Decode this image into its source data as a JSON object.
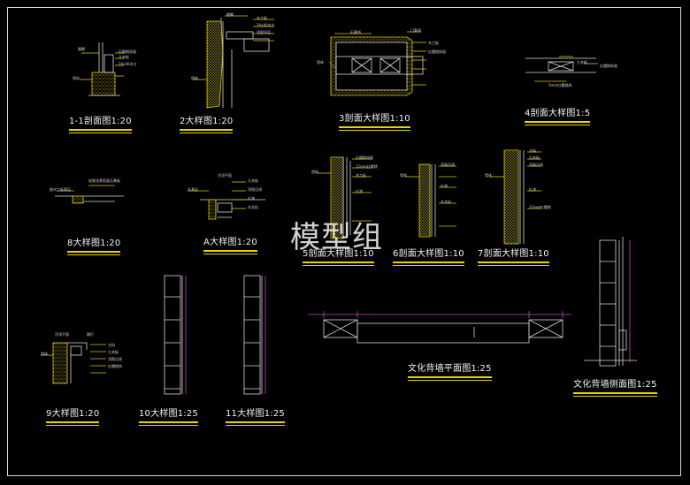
{
  "titles": {
    "t1": "1-1剖面图1:20",
    "t2": "2大样图1:20",
    "t3": "3剖面大样图1:10",
    "t4": "4剖面大样图1:5",
    "t5": "5剖面大样图1:10",
    "t6": "6剖面大样图1:10",
    "t7": "7剖面大样图1:10",
    "t8": "8大样图1:20",
    "tA": "A大样图1:20",
    "t9": "9大样图1:20",
    "t10": "10大样图1:25",
    "t11": "11大样图1:25",
    "tplan": "文化背墙平面图1:25",
    "tside": "文化背墙侧面图1:25"
  },
  "notes": {
    "d1": [
      "踢脚",
      "红樱桃饰面",
      "九夹板",
      "20x40木方",
      "墙体"
    ],
    "d2": [
      "踏脚",
      "木工板",
      "20x40木方",
      "顶部平层",
      "墙体"
    ],
    "d3": [
      "石膏线",
      "门套线",
      "木工板",
      "红樱桃饰面",
      "墙体"
    ],
    "d4": [
      "九夹板",
      "红樱桃饰面",
      "5mm红樱桃线"
    ],
    "d5": [
      "红樱桃饰面",
      "12mm红樱桃",
      "木工板",
      "墙体",
      "红漆"
    ],
    "d6": [
      "顶角压线",
      "红漆",
      "东北松",
      "墙体"
    ],
    "d7": [
      "方料",
      "九夹板",
      "顶角压线",
      "墙体",
      "红漆",
      "12mm红樱桃"
    ],
    "d8": [
      "轻钢龙骨纸面石膏板",
      "细木工板基层"
    ],
    "dA": [
      "吊顶平面",
      "木基层",
      "九夹板",
      "顶角压线",
      "红漆",
      "东北松"
    ],
    "d9": [
      "吊顶平面",
      "墙体",
      "踢灯",
      "方料",
      "九夹板",
      "顶角压线",
      "红樱桃饰"
    ]
  },
  "watermark": "模型组",
  "colors": {
    "background": "#000000",
    "title_underline": "#e8d200",
    "line_white": "#d8d8d8",
    "hatch_yellow": "#d9c700",
    "dim_magenta": "#c04ac0"
  }
}
